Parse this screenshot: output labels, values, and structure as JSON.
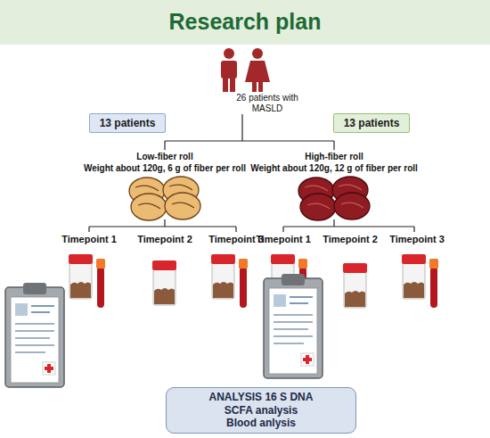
{
  "diagram": {
    "title": "Research plan",
    "nodes": [
      {
        "text": [
          "13 patients"
        ]
      },
      {
        "text": [
          "13 patients"
        ]
      },
      {
        "text": [
          "ANALYSIS 16 S DNA",
          "SCFA analysis",
          "Blood anlysis"
        ]
      }
    ],
    "labels": [
      "26 patients with MASLD",
      "Low-fiber roll",
      "Weight about 120g, 6 g of fiber per roll",
      "High-fiber roll",
      "Weight about 120g, 12 g of fiber per roll",
      "Timepoint 1",
      "Timepoint 2",
      "Timepoint 3",
      "Timepoint 1",
      "Timepoint 2",
      "Timepoint 3"
    ]
  }
}
